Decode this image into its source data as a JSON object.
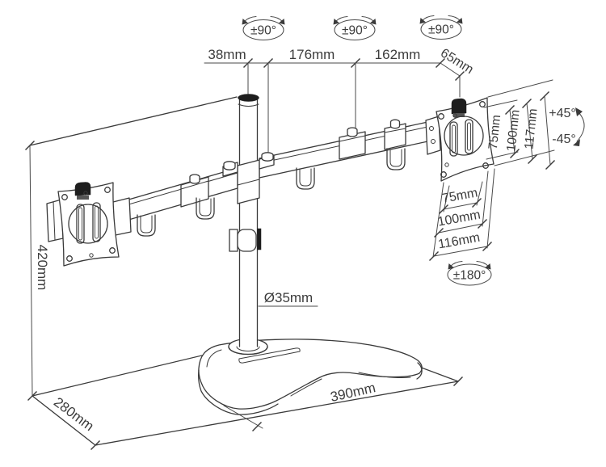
{
  "figure": {
    "kind": "technical-line-drawing",
    "subject": "dual-monitor desk stand with articulated arms, pole and base",
    "line_color": "#3a3a3a",
    "background": "#ffffff"
  },
  "labels": {
    "rotation_badges": [
      "±90°",
      "±90°",
      "±90°"
    ],
    "swivel_badge": "±180°",
    "tilt_up": "+45°",
    "tilt_down": "-45°",
    "top_dimensions": [
      "38mm",
      "176mm",
      "162mm",
      "65mm"
    ],
    "height": "420mm",
    "depth": "280mm",
    "base_length": "390mm",
    "pole_diameter": "Ø35mm",
    "vesa_side_vertical": [
      "75mm",
      "100mm",
      "117mm"
    ],
    "vesa_bottom_horizontal": [
      "75mm",
      "100mm",
      "116mm"
    ]
  }
}
